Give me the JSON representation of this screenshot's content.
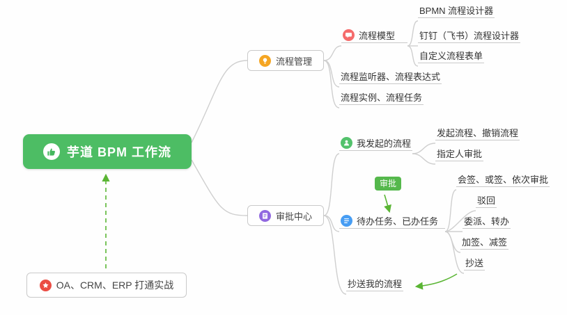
{
  "nodes": {
    "root": "芋道 BPM 工作流",
    "process_mgmt": "流程管理",
    "process_model": "流程模型",
    "bpmn_designer": "BPMN 流程设计器",
    "dingtalk_designer": "钉钉（飞书）流程设计器",
    "custom_form": "自定义流程表单",
    "listener_expr": "流程监听器、流程表达式",
    "instance_task": "流程实例、流程任务",
    "approval_center": "审批中心",
    "my_initiated": "我发起的流程",
    "initiate_cancel": "发起流程、撤销流程",
    "assignee": "指定人审批",
    "todo_done": "待办任务、已办任务",
    "countersign": "会签、或签、依次审批",
    "reject": "驳回",
    "delegate": "委派、转办",
    "addsign": "加签、减签",
    "cc": "抄送",
    "cc_my": "抄送我的流程",
    "oa_practice": "OA、CRM、ERP 打通实战",
    "approval_tag": "审批"
  },
  "colors": {
    "root_bg": "#4dbd64",
    "connector": "#cfcfcf",
    "arrow_green": "#5ab534",
    "icon_orange": "#f5a623",
    "icon_red": "#f56c6c",
    "icon_green": "#53c26c",
    "icon_blue": "#479df3",
    "icon_purple": "#9168e0",
    "icon_star_red": "#eb4d44",
    "tag_bg": "#55b84c"
  }
}
